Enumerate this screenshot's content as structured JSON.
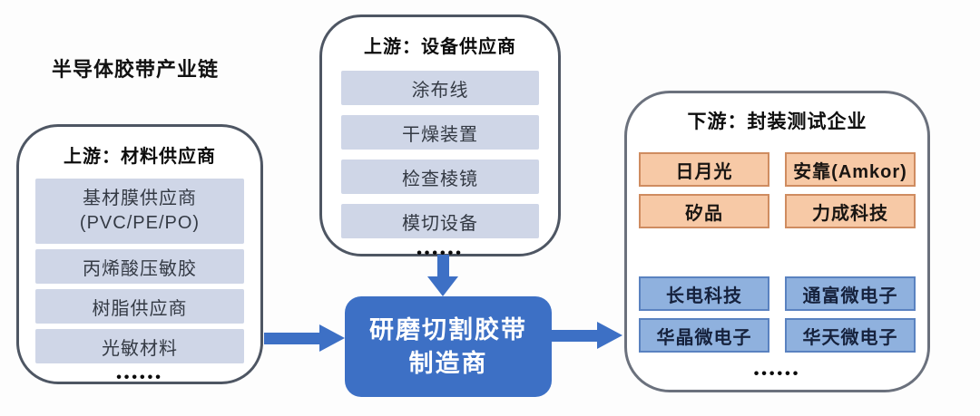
{
  "colors": {
    "accent_blue": "#3d70c5",
    "light_item_fill": "#cfd6e7",
    "orange_fill": "#f7c9a6",
    "orange_border": "#cf8c60",
    "blue_fill": "#8fb1de",
    "blue_border": "#5a82c0",
    "container_border_dark": "#4e5663",
    "container_border_gray": "#6b717d"
  },
  "title": "半导体胶带产业链",
  "material_suppliers": {
    "header": "上游：材料供应商",
    "items": [
      "基材膜供应商\n(PVC/PE/PO)",
      "丙烯酸压敏胶",
      "树脂供应商",
      "光敏材料"
    ],
    "ellipsis": "••••••"
  },
  "equipment_suppliers": {
    "header": "上游：设备供应商",
    "items": [
      "涂布线",
      "干燥装置",
      "检查棱镜",
      "模切设备"
    ],
    "ellipsis": "••••••"
  },
  "manufacturer": {
    "label": "研磨切割胶带\n制造商"
  },
  "downstream": {
    "header": "下游：封装测试企业",
    "orange_companies": [
      "日月光",
      "安靠(Amkor)",
      "矽品",
      "力成科技"
    ],
    "blue_companies": [
      "长电科技",
      "通富微电子",
      "华晶微电子",
      "华天微电子"
    ],
    "ellipsis": "••••••"
  }
}
